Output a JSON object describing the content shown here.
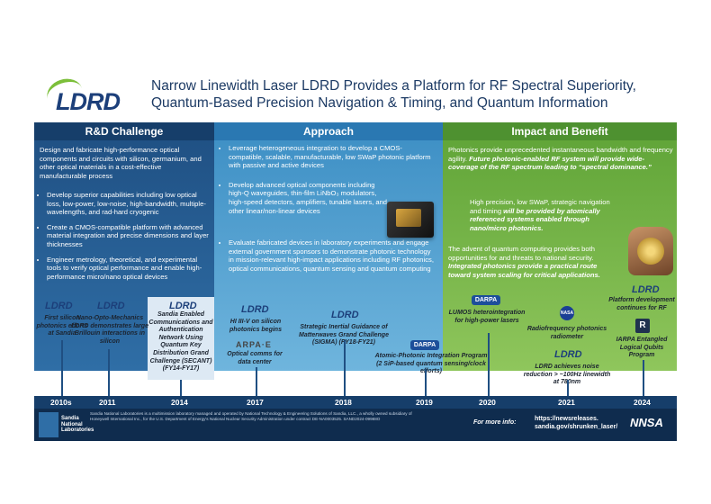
{
  "header": {
    "logo_text": "LDRD",
    "title_line1": "Narrow Linewidth Laser LDRD Provides a Platform for RF Spectral Superiority,",
    "title_line2": "Quantum-Based Precision Navigation & Timing, and Quantum Information"
  },
  "columns": {
    "rd": {
      "heading": "R&D Challenge",
      "intro": "Design and fabricate high-performance optical components and circuits with silicon, germanium, and other optical materials in a cost-effective manufacturable process",
      "bullets": [
        "Develop superior capabilities including low optical loss, low-power, low-noise, high-bandwidth, multiple-wavelengths, and rad-hard cryogenic",
        "Create a CMOS-compatible platform with advanced material integration and precise dimensions and layer thicknesses",
        "Engineer metrology, theoretical, and experimental tools to verify optical performance and enable high-performance micro/nano optical devices"
      ]
    },
    "approach": {
      "heading": "Approach",
      "bullets": [
        "Leverage heterogeneous integration to develop a CMOS-compatible, scalable, manufacturable, low SWaP photonic platform with passive and active devices",
        "Develop advanced optical components including high-Q waveguides, thin-film LiNbO₃ modulators, high-speed detectors, amplifiers, tunable lasers, and other linear/non-linear devices",
        "Evaluate fabricated devices in laboratory experiments and engage external government sponsors to demonstrate photonic technology in mission-relevant high-impact applications including RF photonics, optical communications, quantum sensing and quantum computing"
      ]
    },
    "impact": {
      "heading": "Impact and Benefit",
      "p1_plain": "Photonics provide unprecedented instantaneous bandwidth and frequency agility.",
      "p1_ital": "Future photonic-enabled RF system will provide wide-coverage of the RF spectrum leading to “spectral dominance.”",
      "p2_plain": "High precision, low SWaP, strategic navigation and timing",
      "p2_ital": "will be provided by atomically referenced systems enabled through nano/micro photonics.",
      "p3_plain": "The advent of quantum computing provides both opportunities for and threats to national security.",
      "p3_ital": "Integrated photonics provide a practical route toward system scaling for critical applications."
    }
  },
  "timeline": {
    "years": [
      "2010s",
      "2011",
      "2014",
      "2017",
      "2018",
      "2019",
      "2020",
      "2021",
      "2024"
    ],
    "milestones": {
      "m2010s": "First silicon photonics efforts at Sandia",
      "m2011": "Nano-Opto-Mechanics LDRD demonstrates large Brillouin interactions in silicon",
      "m2014": "Sandia Enabled Communications and Authentication Network Using Quantum Key Distribution Grand Challenge (SECANT) (FY14-FY17)",
      "m2017a": "HI III-V on silicon photonics begins",
      "m2017b": "Optical comms for data center",
      "m2018": "Strategic Inertial Guidance of Matterwaves Grand Challenge (SIGMA) (FY18-FY21)",
      "m2019": "Atomic-Photonic Integration Program (2 SiP-based quantum sensing/clock efforts)",
      "m2020": "LUMOS heterointegration for high-power lasers",
      "m2021a": "Radiofrequency photonics radiometer",
      "m2021b": "LDRD achieves noise reduction > ~100Hz linewidth at 780nm",
      "m2024a": "Platform development continues for RF",
      "m2024b": "IARPA Entangled Logical Qubits Program"
    },
    "logo_ldrd": "LDRD",
    "logo_darpa": "DARPA",
    "logo_nasa": "NASA",
    "logo_arpae": "ARPA·E",
    "logo_iarpa": "R"
  },
  "footer": {
    "snl": "Sandia National Laboratories",
    "fine_print": "Sandia National Laboratories is a multimission laboratory managed and operated by National Technology & Engineering Solutions of Sandia, LLC., a wholly owned subsidiary of Honeywell International Inc., for the U.S. Department of Energy's National Nuclear Security Administration under contract DE-NA0003525. SAND2024-09988O",
    "more_info": "For more info:",
    "url": "https://newsreleases.\nsandia.gov/shrunken_laser/",
    "nnsa": "NNSA"
  },
  "colors": {
    "rd": "#1f4f82",
    "approach": "#3c8ec4",
    "impact": "#5ea336",
    "footer": "#0f2c4e"
  }
}
